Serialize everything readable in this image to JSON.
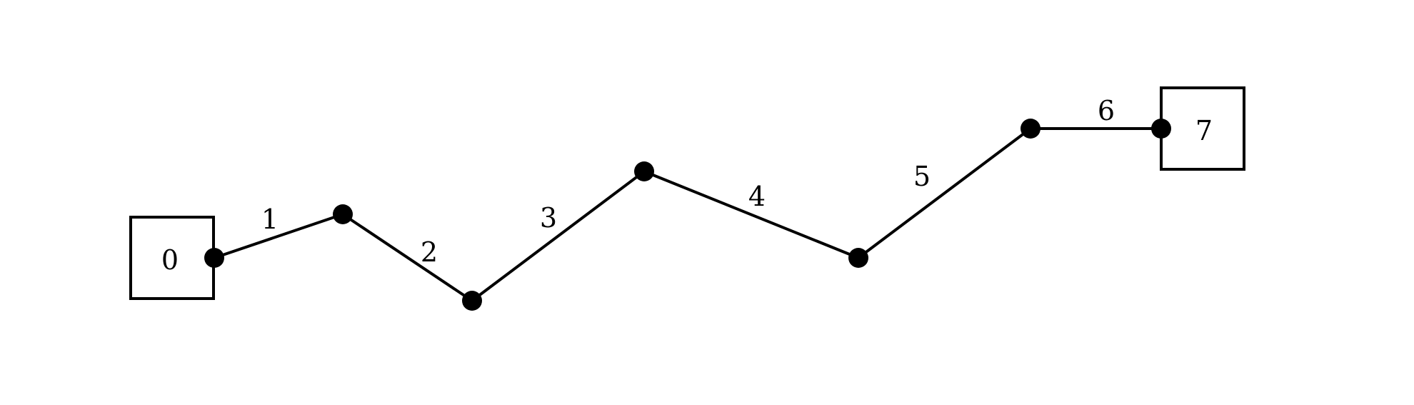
{
  "diagram": {
    "start_box_label": "0",
    "end_box_label": "7",
    "edge_labels": [
      "1",
      "2",
      "3",
      "4",
      "5",
      "6"
    ]
  },
  "colors": {
    "stroke": "#000000",
    "background": "#ffffff"
  }
}
